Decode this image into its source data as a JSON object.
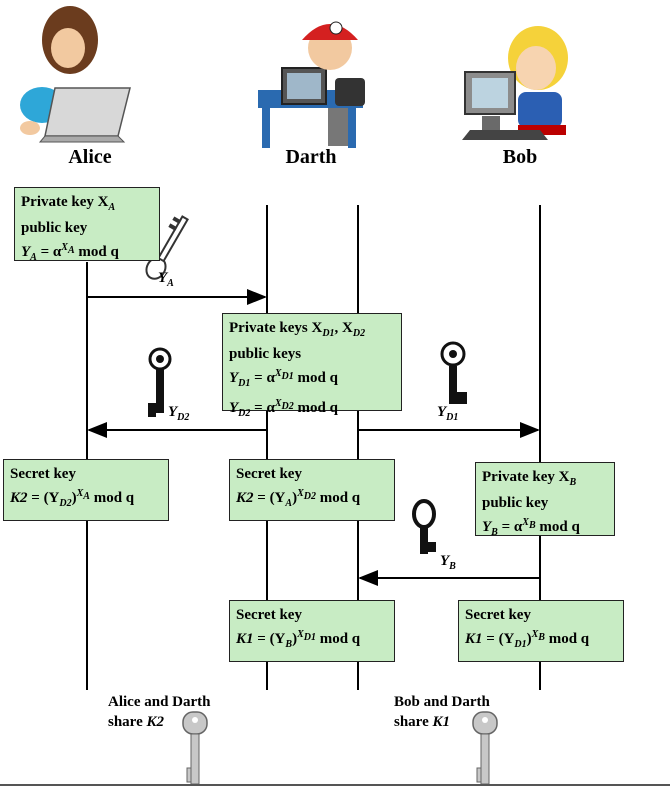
{
  "participants": {
    "alice": "Alice",
    "darth": "Darth",
    "bob": "Bob"
  },
  "boxes": {
    "alice_keys": {
      "line1": "Private key X",
      "line1_sub": "A",
      "line2": "public key",
      "line3_y": "Y",
      "line3_ysub": "A",
      "line3_eq": " = α",
      "line3_exp": "X",
      "line3_expsub": "A",
      "line3_mod": " mod q"
    },
    "darth_keys": {
      "line1": "Private keys X",
      "line1_sub1": "D1",
      "line1_mid": ", X",
      "line1_sub2": "D2",
      "line2": "public keys",
      "line3_y": "Y",
      "line3_ysub": "D1",
      "line3_eq": " = α",
      "line3_exp": "X",
      "line3_expsub": "D1",
      "line3_mod": " mod q",
      "line4_y": "Y",
      "line4_ysub": "D2",
      "line4_eq": " = α",
      "line4_exp": "X",
      "line4_expsub": "D2",
      "line4_mod": " mod q"
    },
    "alice_secret": {
      "title": "Secret key",
      "k": "K2",
      "eq": " = (Y",
      "ysub": "D2",
      "close": ")",
      "exp": "X",
      "expsub": "A",
      "mod": " mod q"
    },
    "darth_secret_k2": {
      "title": "Secret key",
      "k": "K2",
      "eq": " = (Y",
      "ysub": "A",
      "close": ")",
      "exp": "X",
      "expsub": "D2",
      "mod": " mod q"
    },
    "bob_keys": {
      "line1": "Private key X",
      "line1_sub": "B",
      "line2": "public key",
      "line3_y": "Y",
      "line3_ysub": "B",
      "line3_eq": " = α",
      "line3_exp": "X",
      "line3_expsub": "B",
      "line3_mod": " mod q"
    },
    "darth_secret_k1": {
      "title": "Secret key",
      "k": "K1",
      "eq": " = (Y",
      "ysub": "B",
      "close": ")",
      "exp": "X",
      "expsub": "D1",
      "mod": " mod q"
    },
    "bob_secret": {
      "title": "Secret key",
      "k": "K1",
      "eq": " = (Y",
      "ysub": "D1",
      "close": ")",
      "exp": "X",
      "expsub": "B",
      "mod": " mod q"
    }
  },
  "messages": {
    "ya": {
      "y": "Y",
      "sub": "A"
    },
    "yd2": {
      "y": "Y",
      "sub": "D2"
    },
    "yd1": {
      "y": "Y",
      "sub": "D1"
    },
    "yb": {
      "y": "Y",
      "sub": "B"
    }
  },
  "shares": {
    "alice_darth_line1": "Alice and Darth",
    "alice_darth_line2": "share ",
    "alice_darth_key": "K2",
    "bob_darth_line1": "Bob and Darth",
    "bob_darth_line2": "share ",
    "bob_darth_key": "K1"
  },
  "colors": {
    "box_fill": "#c8ecc4",
    "line": "#000000",
    "key_silver": "#c8c8c8",
    "key_dark": "#111111"
  },
  "icons": {
    "alice": "person-with-laptop-icon",
    "darth": "hacker-at-computer-icon",
    "bob": "person-at-computer-icon",
    "key_outline": "key-icon",
    "key_ornate": "ornate-key-icon",
    "key_dark": "key-icon",
    "shared_key": "key-icon"
  }
}
